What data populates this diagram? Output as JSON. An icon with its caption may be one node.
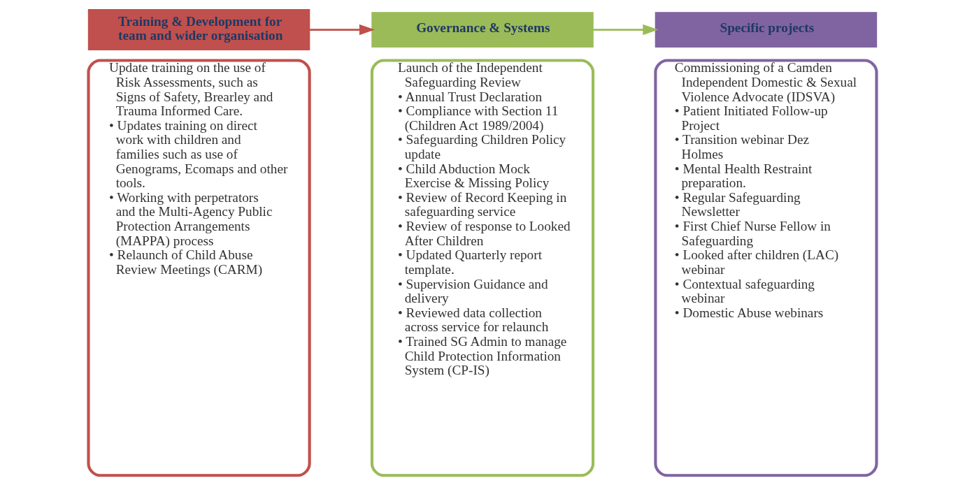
{
  "diagram": {
    "nodes": [
      {
        "text": [
          "Training & Development for team and wider organisation"
        ]
      },
      {
        "text": [
          "Update training on the use of Risk Assessments, such as Signs of Safety, Brearley and Trauma Informed Care.",
          "• Updates training on direct work with children and families such as use of Genograms, Ecomaps and other tools.",
          "• Working with perpetrators and the Multi-Agency Public Protection Arrangements (MAPPA) process",
          "• Relaunch of Child Abuse Review Meetings (CARM)"
        ]
      },
      {
        "text": [
          "Governance & Systems"
        ]
      },
      {
        "text": [
          "Launch of the Independent Safeguarding Review",
          "• Annual Trust Declaration",
          "• Compliance with Section 11 (Children Act 1989/2004)",
          "• Safeguarding Children Policy update",
          "• Child Abduction Mock Exercise & Missing Policy",
          "• Review of Record Keeping in safeguarding service",
          "• Review of response to Looked After Children",
          "• Updated Quarterly report template.",
          "• Supervision Guidance and delivery",
          "• Reviewed data collection across service for relaunch",
          "• Trained SG Admin to manage Child Protection Information System (CP-IS)"
        ]
      },
      {
        "text": [
          "Specific projects"
        ]
      },
      {
        "text": [
          "Commissioning of a Camden Independent Domestic & Sexual Violence Advocate (IDSVA)",
          "• Patient Initiated Follow-up Project",
          "• Transition webinar Dez Holmes",
          "• Mental Health Restraint preparation.",
          "• Regular Safeguarding Newsletter",
          "• First Chief Nurse Fellow in Safeguarding",
          "• Looked after children (LAC) webinar",
          "• Contextual safeguarding webinar",
          "• Domestic Abuse webinars"
        ]
      }
    ],
    "edges": [
      {
        "from": 0,
        "to": 2,
        "arrow": "to",
        "color": "#c0504d"
      },
      {
        "from": 2,
        "to": 4,
        "arrow": "to",
        "color": "#9bbb59"
      }
    ]
  }
}
